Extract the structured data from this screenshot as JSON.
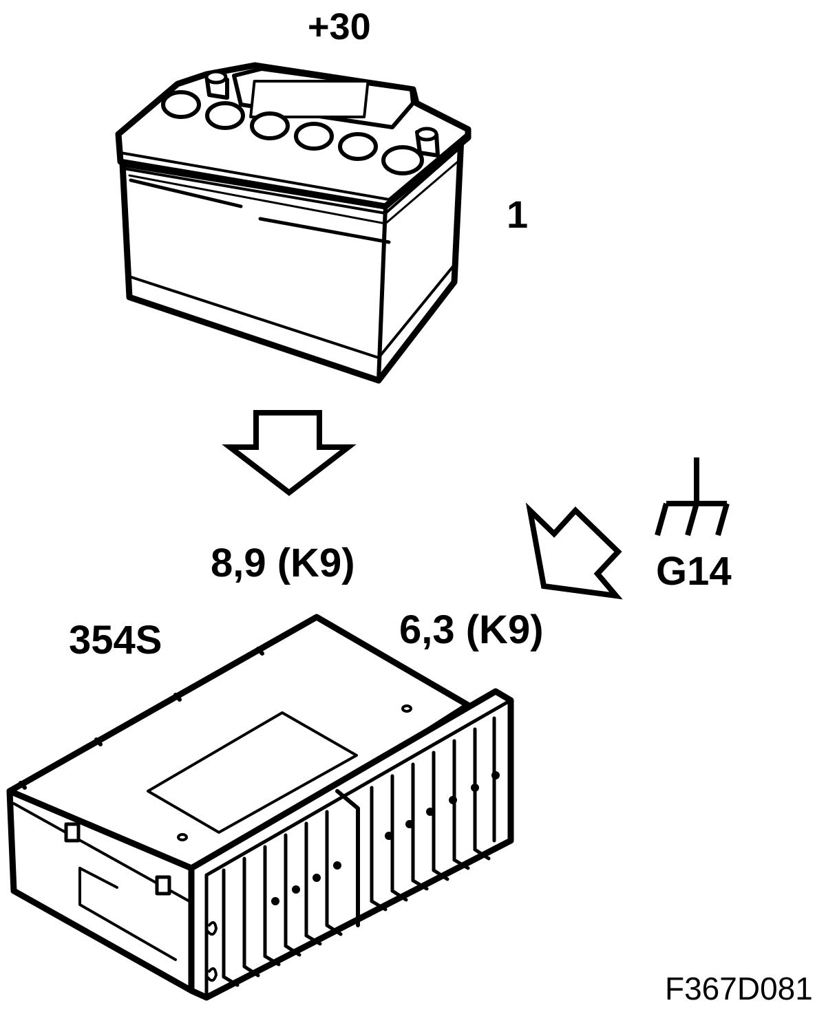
{
  "labels": {
    "battery_terminal": "+30",
    "battery_number": "1",
    "supply_pins": "8,9 (K9)",
    "ground_pins": "6,3 (K9)",
    "ground_point": "G14",
    "control_unit": "354S",
    "figure_id": "F367D081"
  },
  "colors": {
    "line": "#000000",
    "fill": "#ffffff"
  }
}
